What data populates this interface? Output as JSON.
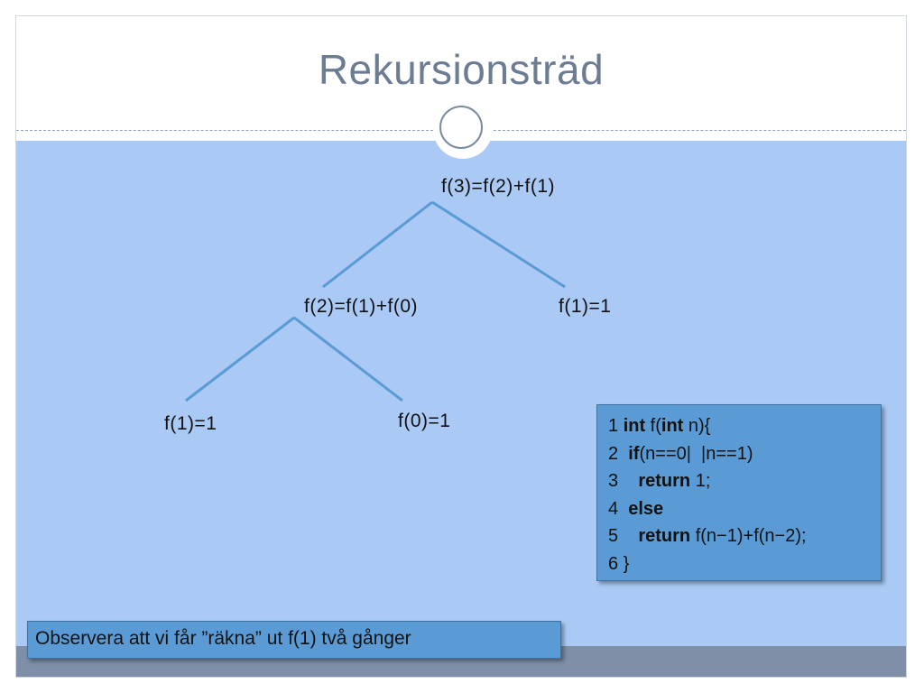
{
  "slide": {
    "title": "Rekursionsträd"
  },
  "tree": {
    "nodes": [
      {
        "id": "root",
        "label": "f(3)=f(2)+f(1)"
      },
      {
        "id": "left",
        "label": "f(2)=f(1)+f(0)"
      },
      {
        "id": "right",
        "label": "f(1)=1"
      },
      {
        "id": "left-left",
        "label": "f(1)=1"
      },
      {
        "id": "left-right",
        "label": "f(0)=1"
      }
    ]
  },
  "code": {
    "lines": [
      {
        "num": "1",
        "parts": [
          {
            "t": " "
          },
          {
            "t": "int",
            "b": true
          },
          {
            "t": " f("
          },
          {
            "t": "int",
            "b": true
          },
          {
            "t": " n){"
          }
        ]
      },
      {
        "num": "2",
        "parts": [
          {
            "t": "  "
          },
          {
            "t": "if",
            "b": true
          },
          {
            "t": "(n==0|  |n==1)"
          }
        ]
      },
      {
        "num": "3",
        "parts": [
          {
            "t": "    "
          },
          {
            "t": "return",
            "b": true
          },
          {
            "t": " 1;"
          }
        ]
      },
      {
        "num": "4",
        "parts": [
          {
            "t": "  "
          },
          {
            "t": "else",
            "b": true
          }
        ]
      },
      {
        "num": "5",
        "parts": [
          {
            "t": "    "
          },
          {
            "t": "return",
            "b": true
          },
          {
            "t": " f(n−1)+f(n−2);"
          }
        ]
      },
      {
        "num": "6",
        "parts": [
          {
            "t": " }"
          }
        ]
      }
    ]
  },
  "note": {
    "text": "Observera att vi får ”räkna” ut f(1) två gånger"
  },
  "colors": {
    "content_bg": "#aac9f4",
    "box_bg": "#5b9bd5",
    "edge": "#5b9bd5",
    "title": "#6b7c93",
    "footer": "#7e8fa7"
  }
}
